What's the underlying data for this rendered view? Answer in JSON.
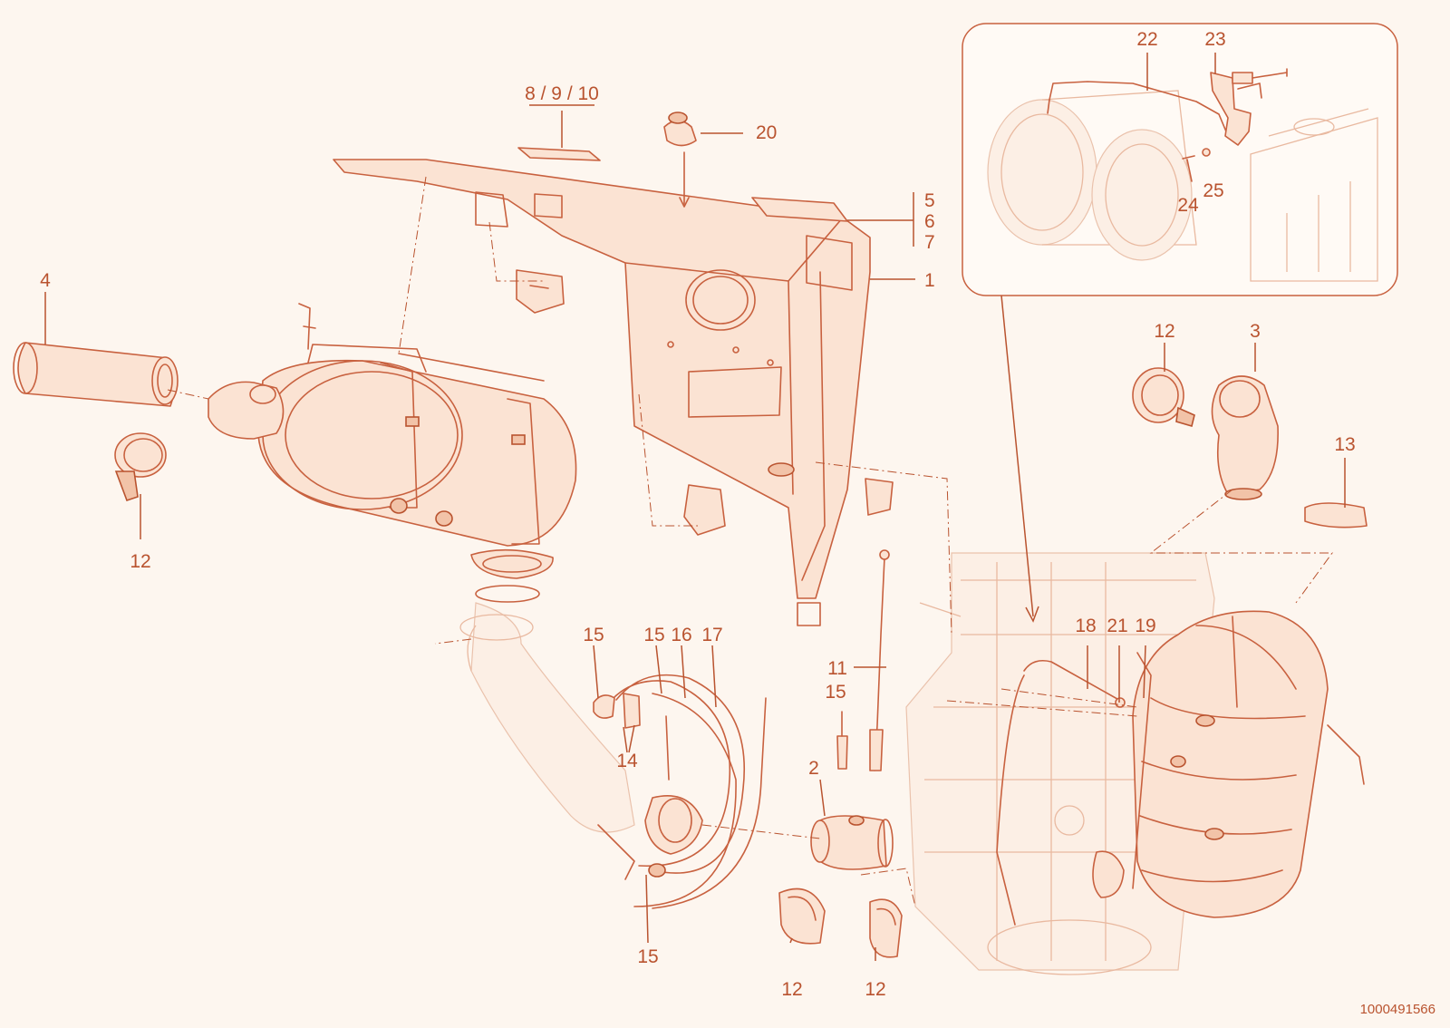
{
  "callouts": {
    "c1": "1",
    "c2": "2",
    "c3": "3",
    "c4": "4",
    "c5": "5",
    "c6": "6",
    "c7": "7",
    "c8910": "8 / 9 / 10",
    "c11": "11",
    "c12a": "12",
    "c12b": "12",
    "c12c": "12",
    "c12d": "12",
    "c13": "13",
    "c14": "14",
    "c15a": "15",
    "c15b": "15",
    "c15c": "15",
    "c15d": "15",
    "c16": "16",
    "c17": "17",
    "c18": "18",
    "c19": "19",
    "c20": "20",
    "c21": "21",
    "c22": "22",
    "c23": "23",
    "c24": "24",
    "c25": "25"
  },
  "document_number": "1000491566",
  "colors": {
    "line": "#c8613f",
    "text": "#b9532f",
    "background": "#fdf6ef"
  }
}
